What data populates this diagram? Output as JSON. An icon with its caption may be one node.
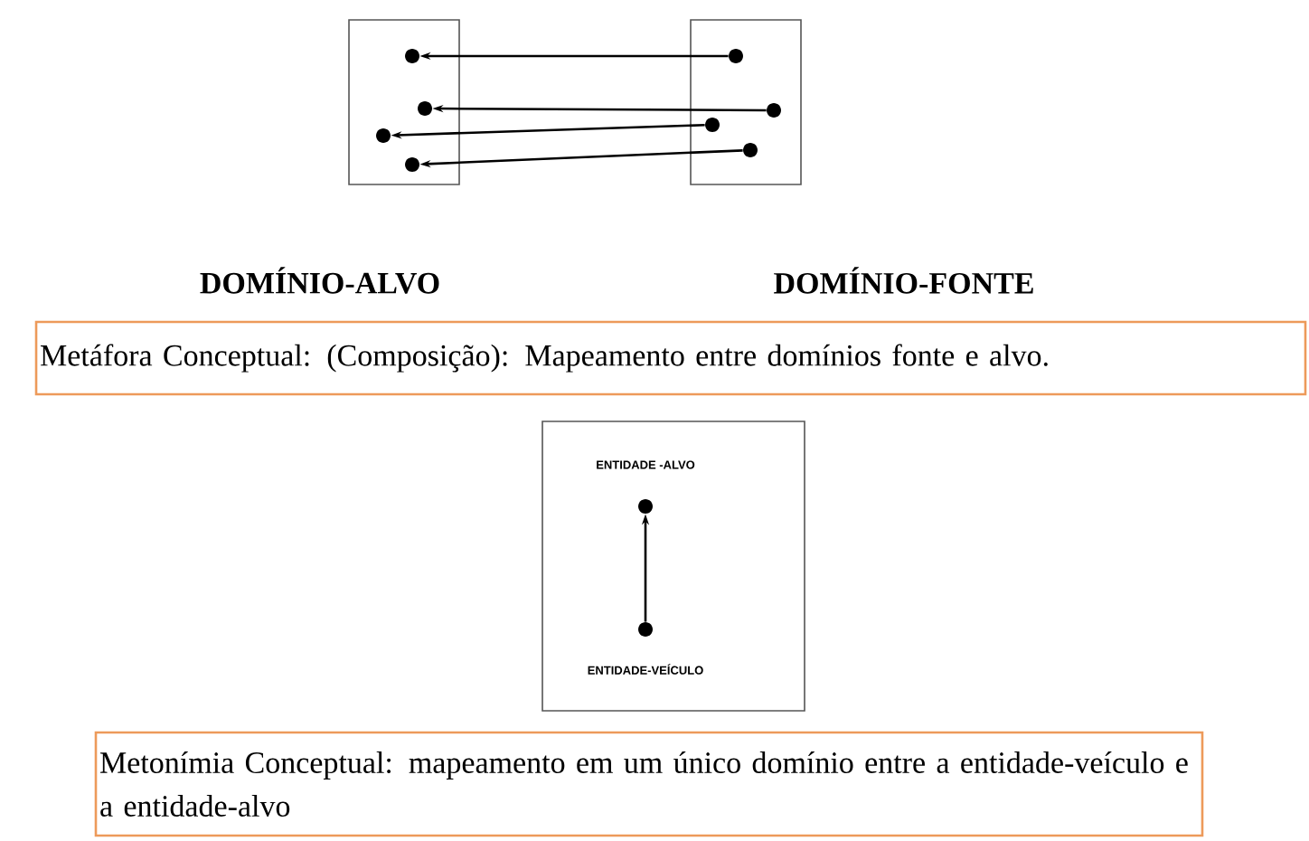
{
  "diagram": {
    "nodes": [
      {
        "text": [],
        "shape": "box"
      },
      {
        "text": [],
        "shape": "box"
      },
      {
        "text": [],
        "shape": "circle",
        "in": 0
      },
      {
        "text": [],
        "shape": "circle",
        "in": 0
      },
      {
        "text": [],
        "shape": "circle",
        "in": 0
      },
      {
        "text": [],
        "shape": "circle",
        "in": 0
      },
      {
        "text": [],
        "shape": "circle",
        "in": 1
      },
      {
        "text": [],
        "shape": "circle",
        "in": 1
      },
      {
        "text": [],
        "shape": "circle",
        "in": 1
      },
      {
        "text": [],
        "shape": "circle",
        "in": 1
      },
      {
        "text": [
          "Metáfora Conceptual: (Composição): Mapeamento entre domínios fonte e alvo."
        ]
      },
      {
        "text": [],
        "shape": "box"
      },
      {
        "text": [],
        "shape": "circle",
        "in": 11,
        "beside": [
          "ENTIDADE -ALVO"
        ]
      },
      {
        "text": [],
        "shape": "circle",
        "in": 11,
        "beside": [
          "ENTIDADE-VEÍCULO"
        ]
      },
      {
        "text": [
          "Metonímia Conceptual: mapeamento em um único domínio entre a entidade-veículo e a entidade-alvo"
        ]
      }
    ],
    "edges": [
      {
        "from": 6,
        "to": 2,
        "arrow": "to"
      },
      {
        "from": 7,
        "to": 3,
        "arrow": "to"
      },
      {
        "from": 8,
        "to": 4,
        "arrow": "to"
      },
      {
        "from": 9,
        "to": 5,
        "arrow": "to"
      },
      {
        "from": 13,
        "to": 12,
        "arrow": "to"
      }
    ],
    "labels": [
      "DOMÍNIO-ALVO",
      "DOMÍNIO-FONTE"
    ]
  }
}
